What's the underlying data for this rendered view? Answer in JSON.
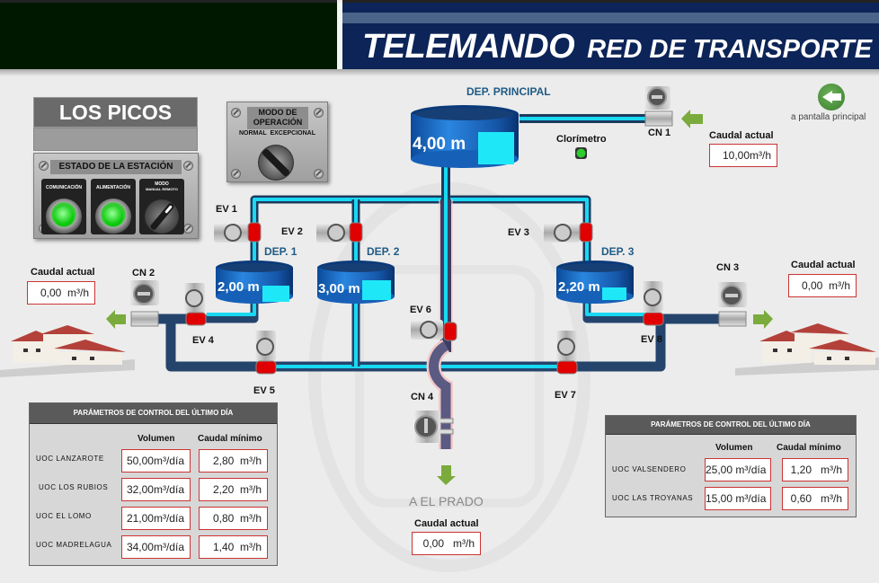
{
  "header": {
    "title_main": "TELEMANDO",
    "title_sub": "RED DE TRANSPORTE"
  },
  "station": {
    "name": "LOS PICOS",
    "status_panel": {
      "title": "ESTADO DE LA ESTACIÓN",
      "comunicacion_label": "COMUNICACIÓN",
      "comunicacion_state": "ok",
      "alimentacion_label": "ALIMENTACIÓN",
      "alimentacion_state": "ok",
      "modo_label": "MODO",
      "modo_options": "MANUAL  REMOTO",
      "modo_value": "REMOTO"
    },
    "operation_mode": {
      "title_line1": "MODO DE",
      "title_line2": "OPERACIÓN",
      "options": "NORMAL  EXCEPCIONAL",
      "value": "EXCEPCIONAL"
    }
  },
  "navigation": {
    "back_label": "a pantalla principal"
  },
  "tanks": {
    "principal": {
      "label": "DEP. PRINCIPAL",
      "level": "4,00 m"
    },
    "dep1": {
      "label": "DEP. 1",
      "level": "2,00 m"
    },
    "dep2": {
      "label": "DEP. 2",
      "level": "3,00 m"
    },
    "dep3": {
      "label": "DEP. 3",
      "level": "2,20 m"
    }
  },
  "clorimetro": {
    "label": "Clorímetro",
    "state": "ok"
  },
  "valves": {
    "ev1": "EV 1",
    "ev2": "EV 2",
    "ev3": "EV 3",
    "ev4": "EV 4",
    "ev5": "EV 5",
    "ev6": "EV 6",
    "ev7": "EV 7",
    "ev8": "EV 8",
    "state": "closed",
    "closed_color": "#e00000"
  },
  "flowmeters": {
    "cn1": {
      "label": "CN 1",
      "caption": "Caudal actual",
      "value": "10,00m³/h"
    },
    "cn2": {
      "label": "CN 2",
      "caption": "Caudal actual",
      "value": "0,00  m³/h"
    },
    "cn3": {
      "label": "CN 3",
      "caption": "Caudal actual",
      "value": "0,00  m³/h"
    },
    "cn4": {
      "label": "CN 4",
      "caption": "Caudal actual",
      "value": "0,00   m³/h",
      "destination": "A EL PRADO"
    }
  },
  "params_left": {
    "title": "PARÁMETROS DE CONTROL DEL ÚLTIMO DÍA",
    "col_volume": "Volumen",
    "col_min_flow": "Caudal mínimo",
    "rows": [
      {
        "name": "UOC LANZAROTE",
        "volume": "50,00m³/día",
        "min_flow": "2,80  m³/h"
      },
      {
        "name": "UOC LOS RUBIOS",
        "volume": "32,00m³/día",
        "min_flow": "2,20  m³/h"
      },
      {
        "name": "UOC EL LOMO",
        "volume": "21,00m³/día",
        "min_flow": "0,80  m³/h"
      },
      {
        "name": "UOC MADRELAGUA",
        "volume": "34,00m³/día",
        "min_flow": "1,40  m³/h"
      }
    ]
  },
  "params_right": {
    "title": "PARÁMETROS DE CONTROL DEL ÚLTIMO DÍA",
    "col_volume": "Volumen",
    "col_min_flow": "Caudal mínimo",
    "rows": [
      {
        "name": "UOC VALSENDERO",
        "volume": "25,00 m³/día",
        "min_flow": "1,20   m³/h"
      },
      {
        "name": "UOC LAS TROYANAS",
        "volume": "15,00 m³/día",
        "min_flow": "0,60   m³/h"
      }
    ]
  },
  "colors": {
    "pipe_dark": "#2c4a70",
    "pipe_flow": "#19d8f2",
    "tank_blue": "#1660b8",
    "header_navy": "#0c2457",
    "arrow_green": "#7aab3c"
  }
}
